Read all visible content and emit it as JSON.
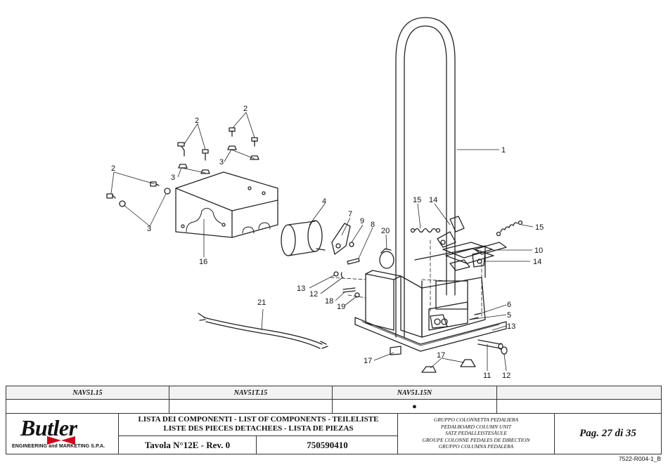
{
  "callouts": [
    "1",
    "2",
    "2",
    "2",
    "3",
    "3",
    "3",
    "4",
    "7",
    "9",
    "8",
    "20",
    "15",
    "14",
    "15",
    "10",
    "14",
    "13",
    "12",
    "18",
    "19",
    "6",
    "5",
    "13",
    "21",
    "16",
    "17",
    "17",
    "11",
    "12"
  ],
  "variants": {
    "headers": [
      "NAV51.15",
      "NAV51T.15",
      "NAV51.15N",
      ""
    ],
    "marks": [
      "",
      "",
      "●",
      ""
    ]
  },
  "logo": {
    "name": "Butler",
    "tagline": "ENGINEERING and MARKETING S.P.A."
  },
  "list_title": {
    "line1": "LISTA DEI COMPONENTI - LIST OF COMPONENTS - TEILELISTE",
    "line2": "LISTE DES PIECES DETACHEES - LISTA DE PIEZAS"
  },
  "table_ref": "Tavola N°12E - Rev. 0",
  "part_code": "750590410",
  "group_names": [
    "GRUPPO COLONNETTA PEDALIERA",
    "PEDALBOARD COLUMN UNIT",
    "SATZ PEDALLEISTESÄULE",
    "GROUPE COLONNE PEDALES DE DIRECTION",
    "GRUPPO COLUMNA PEDALERA"
  ],
  "page": "Pag. 27 di 35",
  "doc_ref": "7522-R004-1_B",
  "colors": {
    "logo_red": "#d0021b",
    "line": "#222222"
  }
}
